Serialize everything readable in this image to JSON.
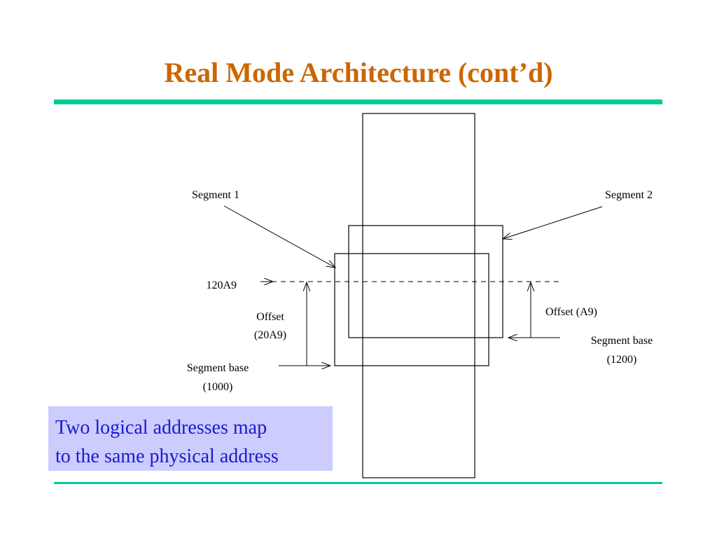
{
  "slide": {
    "title": "Real Mode Architecture (cont’d)"
  },
  "colors": {
    "title": "#cc6600",
    "rule": "#00cc99",
    "caption_bg": "#ccccff",
    "caption_text": "#1a1acc",
    "diagram_ink": "#000000"
  },
  "diagram": {
    "segment1_label": "Segment 1",
    "segment2_label": "Segment 2",
    "address_label": "120A9",
    "offset1_label": "Offset",
    "offset1_value": "(20A9)",
    "segbase1_label": "Segment base",
    "segbase1_value": "(1000)",
    "offset2_label": "Offset (A9)",
    "segbase2_label": "Segment base",
    "segbase2_value": "(1200)"
  },
  "caption": {
    "line1": "Two logical addresses map",
    "line2": "to the same physical address"
  }
}
